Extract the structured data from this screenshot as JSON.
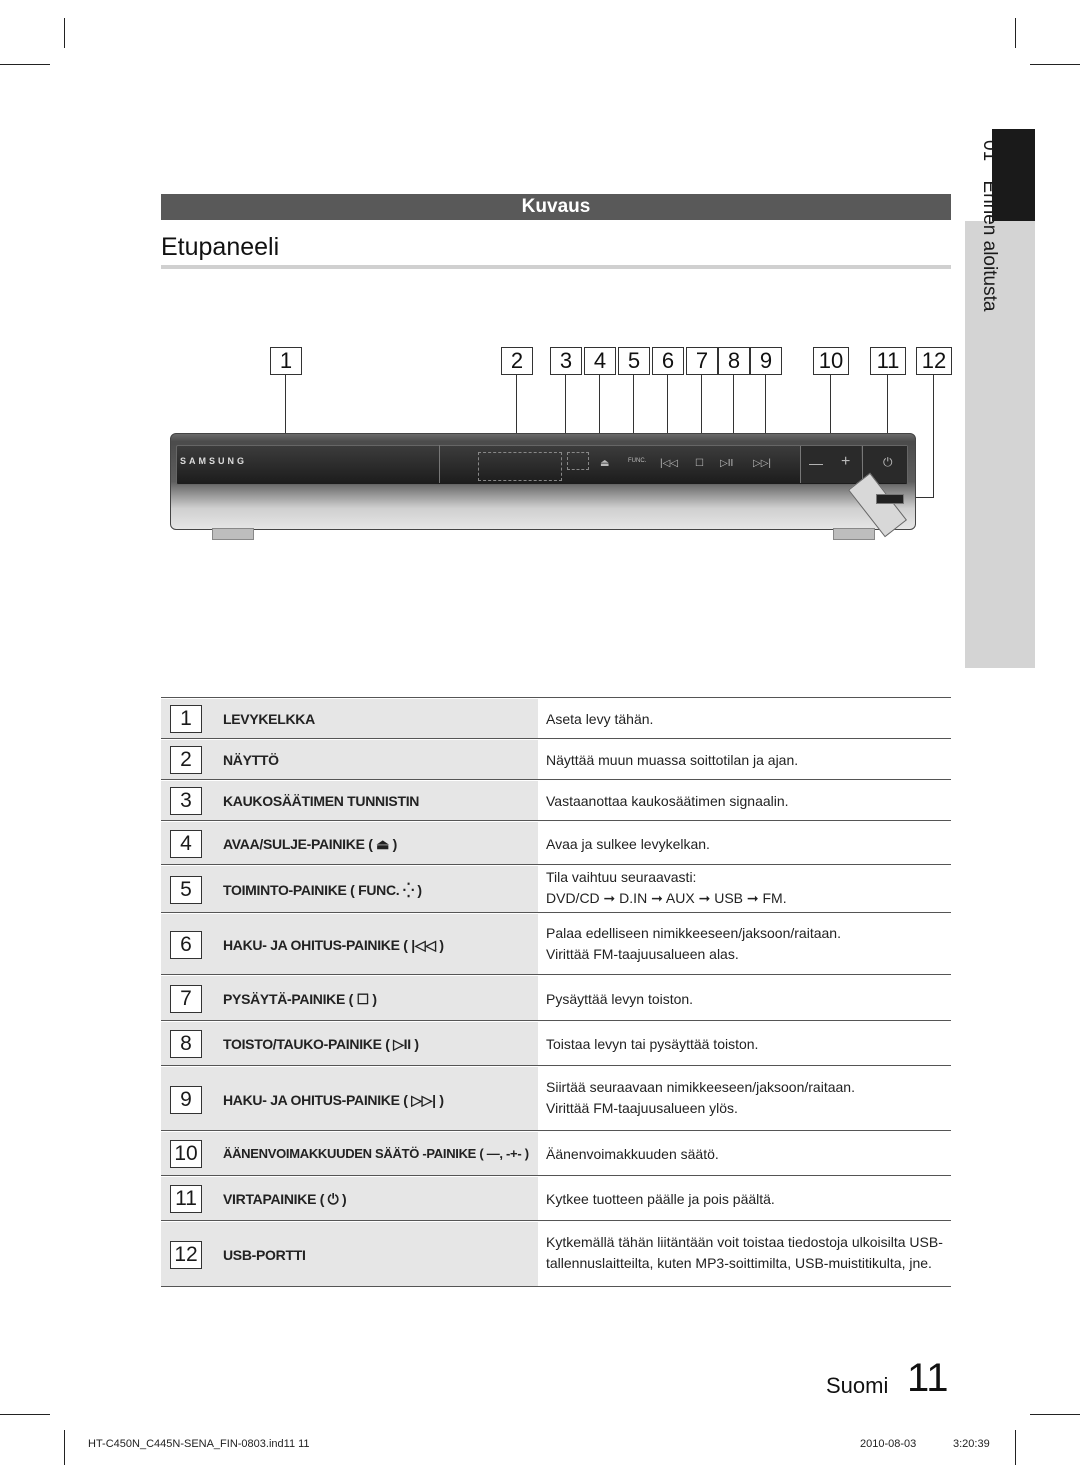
{
  "side_tab": {
    "number": "01",
    "label": "Ennen aloitusta"
  },
  "header": {
    "section": "Kuvaus",
    "title": "Etupaneeli"
  },
  "device": {
    "brand": "SAMSUNG",
    "func_label": "FUNC."
  },
  "callouts": [
    "1",
    "2",
    "3",
    "4",
    "5",
    "6",
    "7",
    "8",
    "9",
    "10",
    "11",
    "12"
  ],
  "rows": [
    {
      "num": "1",
      "label": "LEVYKELKKA",
      "desc": [
        "Aseta levy tähän."
      ]
    },
    {
      "num": "2",
      "label": "NÄYTTÖ",
      "desc": [
        "Näyttää muun muassa soittotilan ja ajan."
      ]
    },
    {
      "num": "3",
      "label": "KAUKOSÄÄTIMEN TUNNISTIN",
      "desc": [
        "Vastaanottaa kaukosäätimen signaalin."
      ]
    },
    {
      "num": "4",
      "label": "AVAA/SULJE-PAINIKE ( ⏏ )",
      "desc": [
        "Avaa ja sulkee levykelkan."
      ]
    },
    {
      "num": "5",
      "label": "TOIMINTO-PAINIKE ( FUNC. ⁛ )",
      "desc": [
        "Tila vaihtuu seuraavasti:",
        "DVD/CD ➞ D.IN ➞ AUX ➞ USB ➞ FM."
      ]
    },
    {
      "num": "6",
      "label": "HAKU- JA OHITUS-PAINIKE ( |◁◁ )",
      "desc": [
        "Palaa edelliseen nimikkeeseen/jaksoon/raitaan.",
        "Virittää FM-taajuusalueen alas."
      ]
    },
    {
      "num": "7",
      "label": "PYSÄYTÄ-PAINIKE ( ☐ )",
      "desc": [
        "Pysäyttää levyn toiston."
      ]
    },
    {
      "num": "8",
      "label": "TOISTO/TAUKO-PAINIKE ( ▷II )",
      "desc": [
        "Toistaa levyn tai pysäyttää toiston."
      ]
    },
    {
      "num": "9",
      "label": "HAKU- JA OHITUS-PAINIKE ( ▷▷| )",
      "desc": [
        "Siirtää seuraavaan nimikkeeseen/jaksoon/raitaan.",
        "Virittää FM-taajuusalueen ylös."
      ]
    },
    {
      "num": "10",
      "label": "ÄÄNENVOIMAKKUUDEN SÄÄTÖ -PAINIKE ( —, -+- )",
      "desc": [
        "Äänenvoimakkuuden säätö."
      ]
    },
    {
      "num": "11",
      "label": "VIRTAPAINIKE ( ⏻ )",
      "desc": [
        "Kytkee tuotteen päälle ja pois päältä."
      ]
    },
    {
      "num": "12",
      "label": "USB-PORTTI",
      "desc": [
        "Kytkemällä tähän liitäntään voit toistaa tiedostoja ulkoisilta USB-",
        "tallennuslaitteilta, kuten MP3-soittimilta, USB-muistitikulta, jne."
      ]
    }
  ],
  "footer": {
    "language": "Suomi",
    "page": "11",
    "file": "HT-C450N_C445N-SENA_FIN-0803.ind11   11",
    "date": "2010-08-03",
    "time": "3:20:39"
  }
}
